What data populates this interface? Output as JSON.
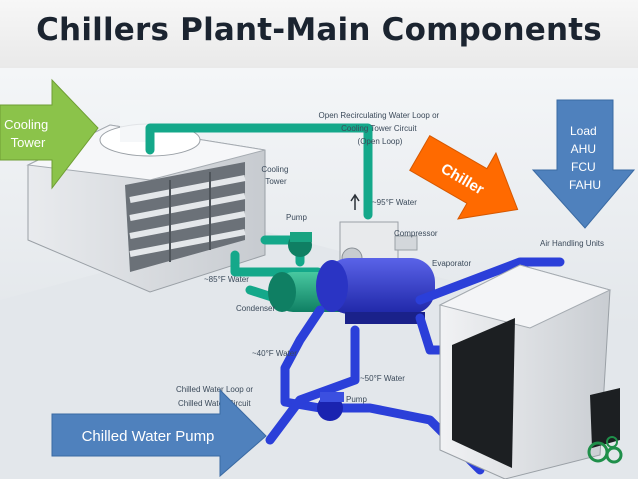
{
  "title": "Chillers Plant-Main Components",
  "callouts": {
    "cooling_tower": [
      "Cooling",
      "Tower"
    ],
    "load": [
      "Load",
      "AHU",
      "FCU",
      "FAHU"
    ],
    "chiller": "Chiller",
    "chilled_water_pump": "Chilled Water Pump"
  },
  "diagram_labels": {
    "open_loop": [
      "Open Recirculating Water Loop or",
      "Cooling Tower Circuit",
      "(Open Loop)"
    ],
    "cooling_tower": [
      "Cooling",
      "Tower"
    ],
    "pump_top": "Pump",
    "water_95": "~95°F Water",
    "compressor": "Compressor",
    "evaporator": "Evaporator",
    "water_85": "~85°F Water",
    "condenser": "Condenser",
    "water_40": "~40°F Water",
    "water_50": "~50°F Water",
    "chilled_loop": [
      "Chilled Water Loop or",
      "Chilled Water Circuit"
    ],
    "pump_bottom": "Pump",
    "air_handling_units": "Air Handling Units"
  },
  "colors": {
    "callout_green": "#8bc34a",
    "callout_blue": "#4f81bd",
    "chiller_orange": "#ff6a00",
    "pipe_green": "#14a88a",
    "pipe_blue": "#2b3fd9"
  }
}
